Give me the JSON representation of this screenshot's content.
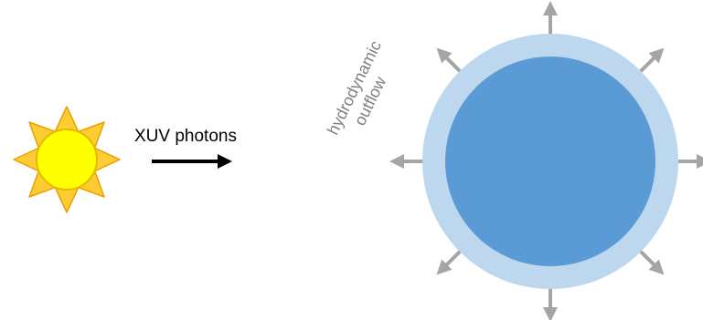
{
  "labels": {
    "photons": "XUV photons",
    "outflow_line1": "hydrodynamic",
    "outflow_line2": "outflow"
  },
  "icons": {
    "sun": "sun-icon",
    "planet": "planet-icon",
    "photon_arrow": "right-arrow-icon",
    "outflow_arrow": "outflow-arrow-icon"
  },
  "colors": {
    "sun_ray_fill": "#ffcc33",
    "sun_ray_stroke": "#e6a100",
    "sun_core_fill": "#ffff00",
    "sun_core_stroke": "#e6b800",
    "atmosphere": "#bdd7ee",
    "planet_core": "#5b9bd5",
    "outflow_arrows": "#a5a5a5",
    "photon_arrow": "#000000"
  }
}
